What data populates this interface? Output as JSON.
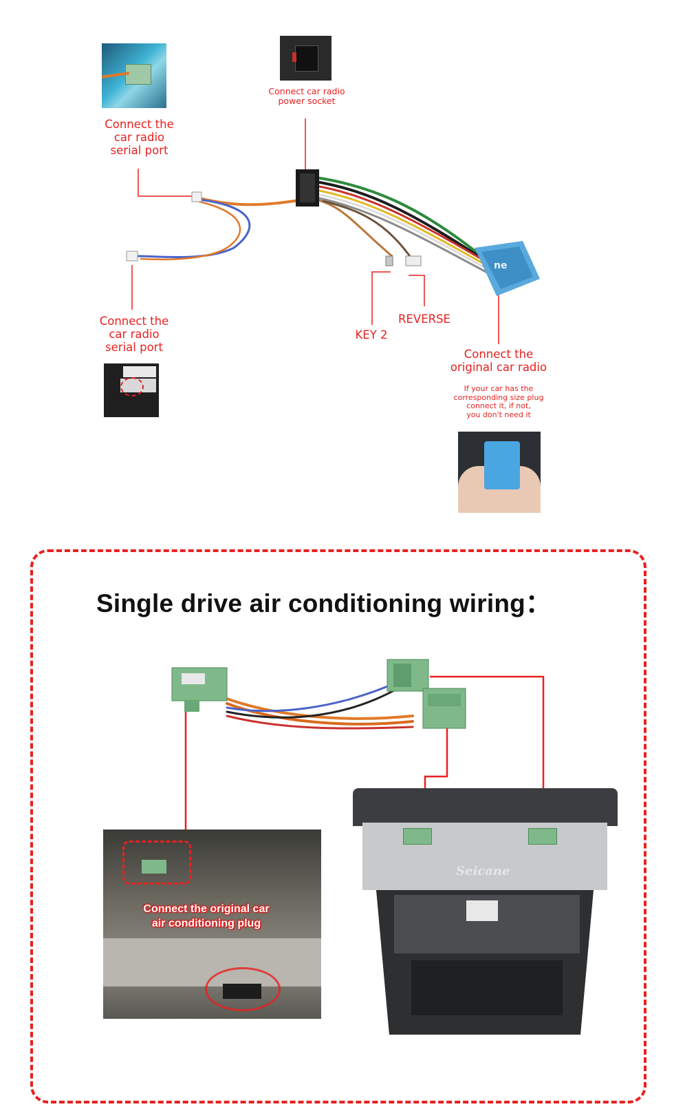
{
  "labels": {
    "serial_port_top": "Connect the\ncar radio\nserial port",
    "power_socket": "Connect car radio\npower socket",
    "serial_port_left": "Connect the\ncar radio\nserial port",
    "key2": "KEY 2",
    "reverse": "REVERSE",
    "original_radio": "Connect the\noriginal car radio",
    "original_radio_note": "If your car has the\ncorresponding size plug\nconnect it, if not,\nyou don't need it"
  },
  "section": {
    "title": "Single drive air conditioning wiring：",
    "ac_plug_label": "Connect the original car\nair conditioning plug",
    "watermark": "Seicane"
  },
  "colors": {
    "accent": "#e8211f",
    "connector_green": "#7fb98a",
    "connector_blue": "#5aa9dc"
  }
}
